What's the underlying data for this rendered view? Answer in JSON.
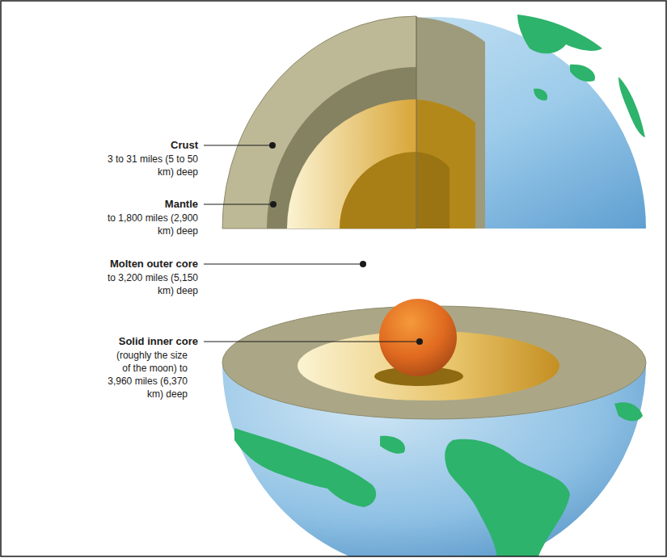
{
  "diagram": {
    "labels": [
      "Crust",
      "3 to 31 miles (5 to 50 km) deep",
      "Mantle",
      "to 1,800 miles (2,900 km) deep",
      "Molten outer core",
      "to 3,200 miles (5,150 km) deep",
      "Solid inner core",
      "(roughly the size of the moon) to 3,960 miles (6,370 km) deep"
    ]
  }
}
